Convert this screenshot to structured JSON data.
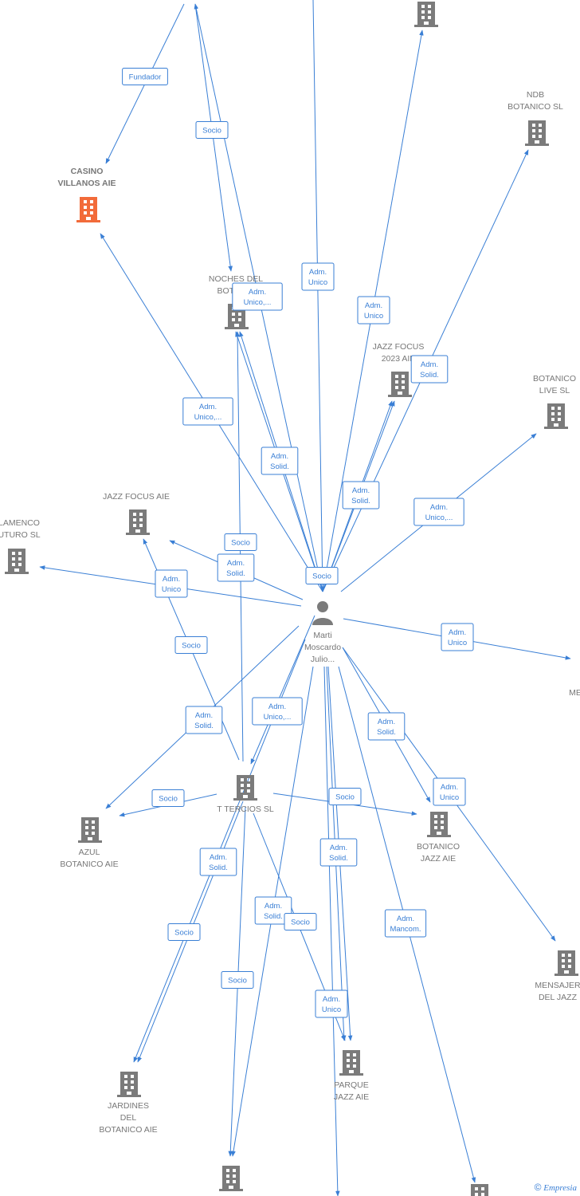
{
  "colors": {
    "edge": "#3a7fd5",
    "node": "#7b7b7b",
    "highlight": "#f26b3a",
    "text": "#777777"
  },
  "credit": {
    "symbol": "©",
    "brand": "Empresia"
  },
  "center": {
    "label_lines": [
      "Marti",
      "Moscardo",
      "Julio..."
    ],
    "icon": "person-icon"
  },
  "nodes": [
    {
      "id": "casino",
      "lines": [
        "CASINO",
        "VILLANOS AIE"
      ],
      "highlight": true
    },
    {
      "id": "noches",
      "lines": [
        "NOCHES DEL",
        "BOTANI..."
      ]
    },
    {
      "id": "top_right",
      "lines": []
    },
    {
      "id": "ndb",
      "lines": [
        "NDB",
        "BOTANICO SL"
      ]
    },
    {
      "id": "jazzfocus2023",
      "lines": [
        "JAZZ FOCUS",
        "2023 AIE"
      ]
    },
    {
      "id": "botlive",
      "lines": [
        "BOTANICO",
        "LIVE SL"
      ]
    },
    {
      "id": "jazzfocus",
      "lines": [
        "JAZZ FOCUS AIE"
      ]
    },
    {
      "id": "flamenco",
      "lines": [
        "LAMENCO",
        "UTURO SL"
      ]
    },
    {
      "id": "tercios",
      "lines": [
        "T TERCIOS SL"
      ]
    },
    {
      "id": "azul",
      "lines": [
        "AZUL",
        "BOTANICO AIE"
      ]
    },
    {
      "id": "botjazz",
      "lines": [
        "BOTANICO",
        "JAZZ AIE"
      ]
    },
    {
      "id": "mensajero",
      "lines": [
        "MENSAJER",
        "DEL JAZZ"
      ]
    },
    {
      "id": "me",
      "lines": [
        "ME"
      ]
    },
    {
      "id": "parque",
      "lines": [
        "PARQUE",
        "JAZZ AIE"
      ]
    },
    {
      "id": "jardines",
      "lines": [
        "JARDINES",
        "DEL",
        "BOTANICO AIE"
      ]
    },
    {
      "id": "bottom_mid",
      "lines": []
    },
    {
      "id": "bottom_right",
      "lines": []
    }
  ],
  "edge_labels": [
    {
      "id": "fundador",
      "lines": [
        "Fundador"
      ]
    },
    {
      "id": "socio_top",
      "lines": [
        "Socio"
      ]
    },
    {
      "id": "adm_unico_noches",
      "lines": [
        "Adm.",
        "Unico,..."
      ]
    },
    {
      "id": "adm_unico_top",
      "lines": [
        "Adm.",
        "Unico"
      ]
    },
    {
      "id": "adm_unico_ndb",
      "lines": [
        "Adm.",
        "Unico"
      ]
    },
    {
      "id": "adm_solid_2023",
      "lines": [
        "Adm.",
        "Solid."
      ]
    },
    {
      "id": "adm_unico_casino",
      "lines": [
        "Adm.",
        "Unico,..."
      ]
    },
    {
      "id": "adm_solid_noches",
      "lines": [
        "Adm.",
        "Solid."
      ]
    },
    {
      "id": "adm_solid_2023b",
      "lines": [
        "Adm.",
        "Solid."
      ]
    },
    {
      "id": "adm_unico_live",
      "lines": [
        "Adm.",
        "Unico,..."
      ]
    },
    {
      "id": "socio_jf",
      "lines": [
        "Socio"
      ]
    },
    {
      "id": "adm_solid_jf",
      "lines": [
        "Adm.",
        "Solid."
      ]
    },
    {
      "id": "socio_center",
      "lines": [
        "Socio"
      ]
    },
    {
      "id": "adm_unico_flam",
      "lines": [
        "Adm.",
        "Unico"
      ]
    },
    {
      "id": "adm_unico_me",
      "lines": [
        "Adm.",
        "Unico"
      ]
    },
    {
      "id": "socio_tercios_jf",
      "lines": [
        "Socio"
      ]
    },
    {
      "id": "adm_solid_azul",
      "lines": [
        "Adm.",
        "Solid."
      ]
    },
    {
      "id": "adm_unico_tercios",
      "lines": [
        "Adm.",
        "Unico,..."
      ]
    },
    {
      "id": "adm_solid_botjazz",
      "lines": [
        "Adm.",
        "Solid."
      ]
    },
    {
      "id": "adm_unico_mens",
      "lines": [
        "Adm.",
        "Unico"
      ]
    },
    {
      "id": "socio_azul",
      "lines": [
        "Socio"
      ]
    },
    {
      "id": "socio_botjazz",
      "lines": [
        "Socio"
      ]
    },
    {
      "id": "adm_solid_jard",
      "lines": [
        "Adm.",
        "Solid."
      ]
    },
    {
      "id": "adm_solid_parque",
      "lines": [
        "Adm.",
        "Solid."
      ]
    },
    {
      "id": "socio_jard",
      "lines": [
        "Socio"
      ]
    },
    {
      "id": "adm_solid_bm",
      "lines": [
        "Adm.",
        "Solid."
      ]
    },
    {
      "id": "socio_parque",
      "lines": [
        "Socio"
      ]
    },
    {
      "id": "adm_mancom",
      "lines": [
        "Adm.",
        "Mancom."
      ]
    },
    {
      "id": "socio_bm",
      "lines": [
        "Socio"
      ]
    },
    {
      "id": "adm_unico_parque",
      "lines": [
        "Adm.",
        "Unico"
      ]
    }
  ]
}
